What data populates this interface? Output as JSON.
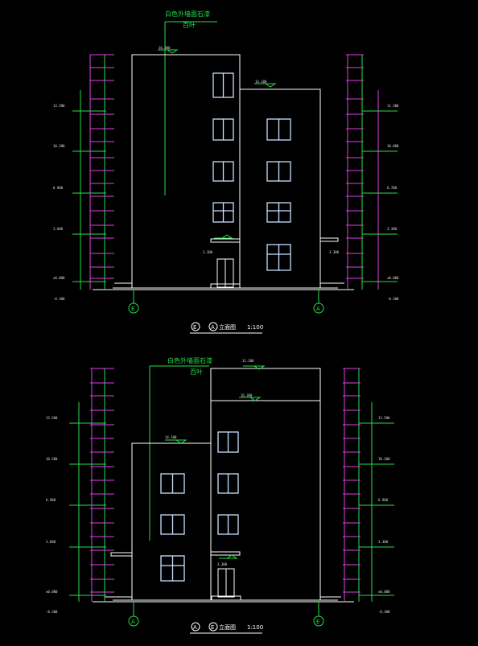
{
  "elevation_top": {
    "material_note": "白色外墙面石漆",
    "material_note2": "百叶",
    "axis_left": "E",
    "axis_right": "A",
    "caption_axis_a": "E",
    "caption_axis_b": "A",
    "caption_suffix": "立面图",
    "scale": "1:100",
    "elev_roof_high": "16.300",
    "elev_roof_low": "14.100",
    "elev_left": [
      "13.500",
      "10.200",
      "6.900",
      "3.600",
      "±0.000",
      "-0.300"
    ],
    "elev_right": [
      "11.300",
      "10.000",
      "6.700",
      "3.300",
      "±0.000",
      "-0.300"
    ],
    "elev_canopy_left": "3.300",
    "elev_canopy_right": "3.300"
  },
  "elevation_bottom": {
    "material_note": "白色外墙面石漆",
    "material_note2": "百叶",
    "axis_left": "A",
    "axis_right": "E",
    "caption_axis_a": "A",
    "caption_axis_b": "E",
    "caption_suffix": "立面图",
    "scale": "1:100",
    "elev_roof_top": "11.200",
    "elev_roof_mid": "16.300",
    "elev_roof_low": "14.100",
    "elev_left": [
      "13.500",
      "10.200",
      "6.900",
      "3.600",
      "±0.000",
      "-0.300"
    ],
    "elev_right": [
      "13.500",
      "10.200",
      "6.900",
      "3.300",
      "±0.000",
      "-0.300"
    ],
    "elev_canopy": "3.300"
  }
}
